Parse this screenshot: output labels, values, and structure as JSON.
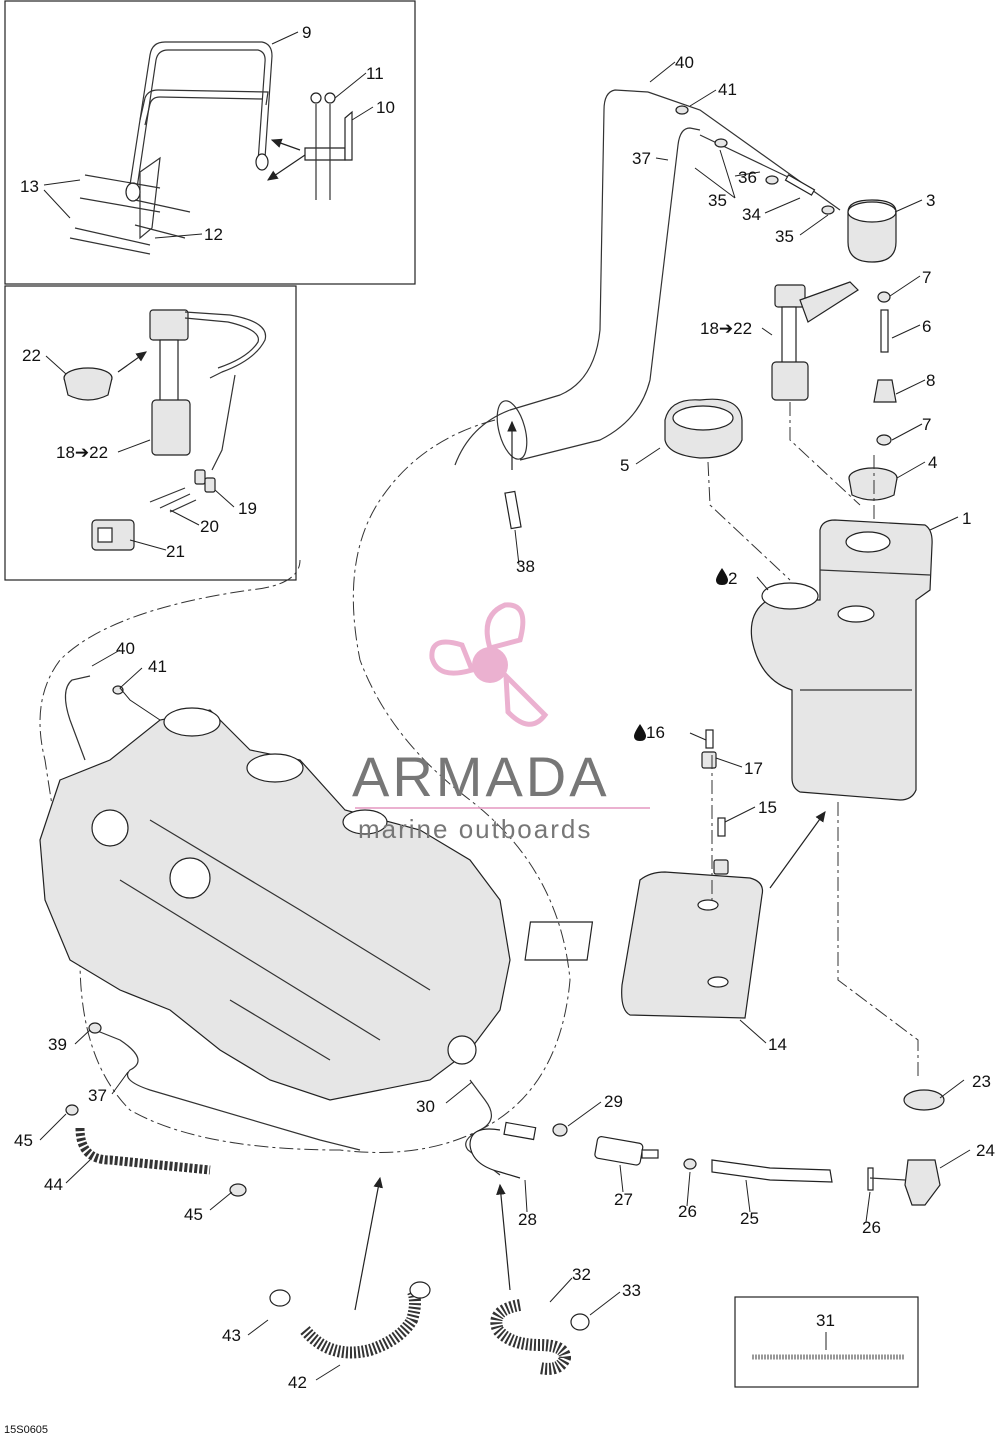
{
  "diagram_ref": "15S0605",
  "watermark": {
    "name": "ARMADA",
    "tagline": "marine outboards",
    "accent": "#e8a4c8"
  },
  "callouts": {
    "c1": "1",
    "c2": "2",
    "c3": "3",
    "c4": "4",
    "c5": "5",
    "c6": "6",
    "c7a": "7",
    "c7b": "7",
    "c8": "8",
    "c9": "9",
    "c10": "10",
    "c11": "11",
    "c12": "12",
    "c13": "13",
    "c14": "14",
    "c15": "15",
    "c16": "16",
    "c17": "17",
    "c18_22a": "18➔22",
    "c18_22b": "18➔22",
    "c19": "19",
    "c20": "20",
    "c21": "21",
    "c22": "22",
    "c23": "23",
    "c24": "24",
    "c25": "25",
    "c26a": "26",
    "c26b": "26",
    "c27": "27",
    "c28": "28",
    "c29": "29",
    "c30": "30",
    "c31": "31",
    "c32": "32",
    "c33": "33",
    "c34": "34",
    "c35a": "35",
    "c35b": "35",
    "c36": "36",
    "c37a": "37",
    "c37b": "37",
    "c38": "38",
    "c39": "39",
    "c40a": "40",
    "c40b": "40",
    "c41a": "41",
    "c41b": "41",
    "c42": "42",
    "c43": "43",
    "c44": "44",
    "c45a": "45",
    "c45b": "45"
  }
}
